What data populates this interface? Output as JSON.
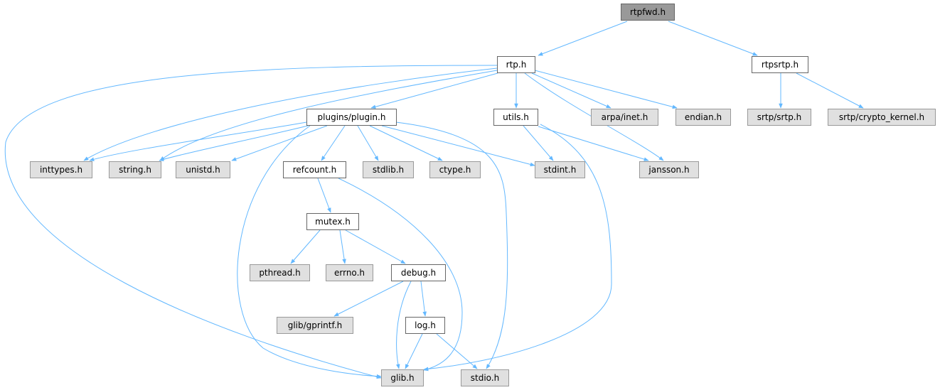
{
  "colors": {
    "edge": "#63b8ff",
    "root_fill": "#999999",
    "local_fill": "#ffffff",
    "system_fill": "#e0e0e0",
    "local_border": "#666666",
    "system_border": "#999999"
  },
  "nodes": {
    "rtpfwd_h": "rtpfwd.h",
    "rtp_h": "rtp.h",
    "rtpsrtp_h": "rtpsrtp.h",
    "plugin_h": "plugins/plugin.h",
    "utils_h": "utils.h",
    "arpa_inet_h": "arpa/inet.h",
    "endian_h": "endian.h",
    "srtp_srtp_h": "srtp/srtp.h",
    "srtp_crypto_kernel_h": "srtp/crypto_kernel.h",
    "inttypes_h": "inttypes.h",
    "string_h": "string.h",
    "unistd_h": "unistd.h",
    "refcount_h": "refcount.h",
    "stdlib_h": "stdlib.h",
    "ctype_h": "ctype.h",
    "stdint_h": "stdint.h",
    "jansson_h": "jansson.h",
    "mutex_h": "mutex.h",
    "pthread_h": "pthread.h",
    "errno_h": "errno.h",
    "debug_h": "debug.h",
    "glib_gprintf_h": "glib/gprintf.h",
    "log_h": "log.h",
    "glib_h": "glib.h",
    "stdio_h": "stdio.h"
  }
}
